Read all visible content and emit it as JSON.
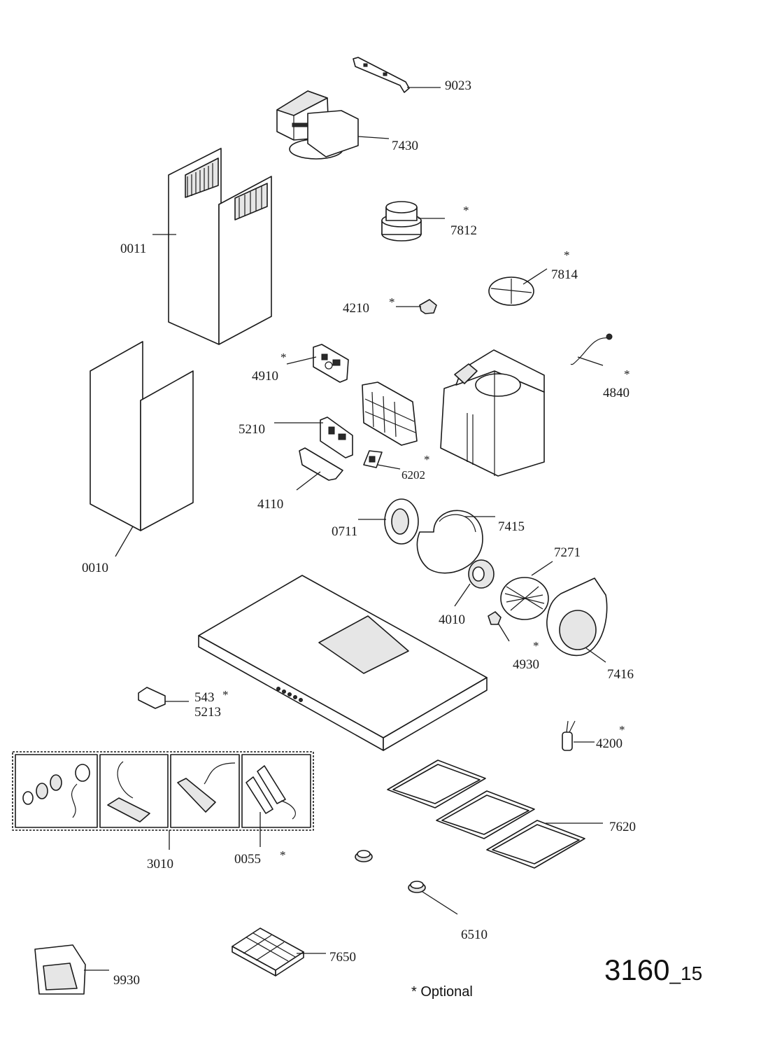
{
  "parts": {
    "p9023": "9023",
    "p7430": "7430",
    "p7812": "7812",
    "p7814": "7814",
    "p0011": "0011",
    "p4210": "4210",
    "p4910": "4910",
    "p4840": "4840",
    "p5210": "5210",
    "p6202": "6202",
    "p4110": "4110",
    "p0010": "0010",
    "p0711": "0711",
    "p7415": "7415",
    "p7271": "7271",
    "p4010": "4010",
    "p4930": "4930",
    "p7416": "7416",
    "p543": "543",
    "p5213": "5213",
    "p4200": "4200",
    "p7620": "7620",
    "p3010": "3010",
    "p0055": "0055",
    "p6510": "6510",
    "p7650": "7650",
    "p9930": "9930"
  },
  "optional_marker": "*",
  "optional_note": "* Optional",
  "model_code": "3160",
  "model_suffix": "_15"
}
